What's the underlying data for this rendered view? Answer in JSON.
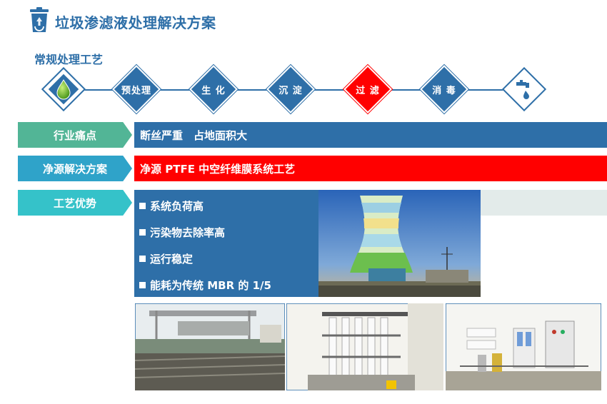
{
  "header": {
    "title": "垃圾渗滤液处理解决方案",
    "icon": "recycle-bin-icon"
  },
  "section_title": "常规处理工艺",
  "flow": {
    "start_icon": "water-drop-icon",
    "end_icon": "faucet-drop-icon",
    "steps": [
      {
        "label": "预处理",
        "highlight": false
      },
      {
        "label": "生 化",
        "highlight": false
      },
      {
        "label": "沉 淀",
        "highlight": false
      },
      {
        "label": "过 滤",
        "highlight": true
      },
      {
        "label": "消 毒",
        "highlight": false
      }
    ]
  },
  "rows": {
    "pain": {
      "tab": "行业痛点",
      "text": "断丝严重　占地面积大"
    },
    "solution": {
      "tab": "净源解决方案",
      "text": "净源 PTFE 中空纤维膜系统工艺"
    },
    "advantages": {
      "tab": "工艺优势",
      "items": [
        "系统负荷高",
        "污染物去除率高",
        "运行稳定",
        "能耗为传统 MBR 的 1/5"
      ]
    }
  },
  "colors": {
    "primary": "#2E6FA8",
    "highlight": "#FF0000",
    "tab_pain": "#52B596",
    "tab_solution": "#2FA3C9",
    "tab_advantages": "#35C2C9",
    "advantages_bg": "#E3EBEA"
  }
}
